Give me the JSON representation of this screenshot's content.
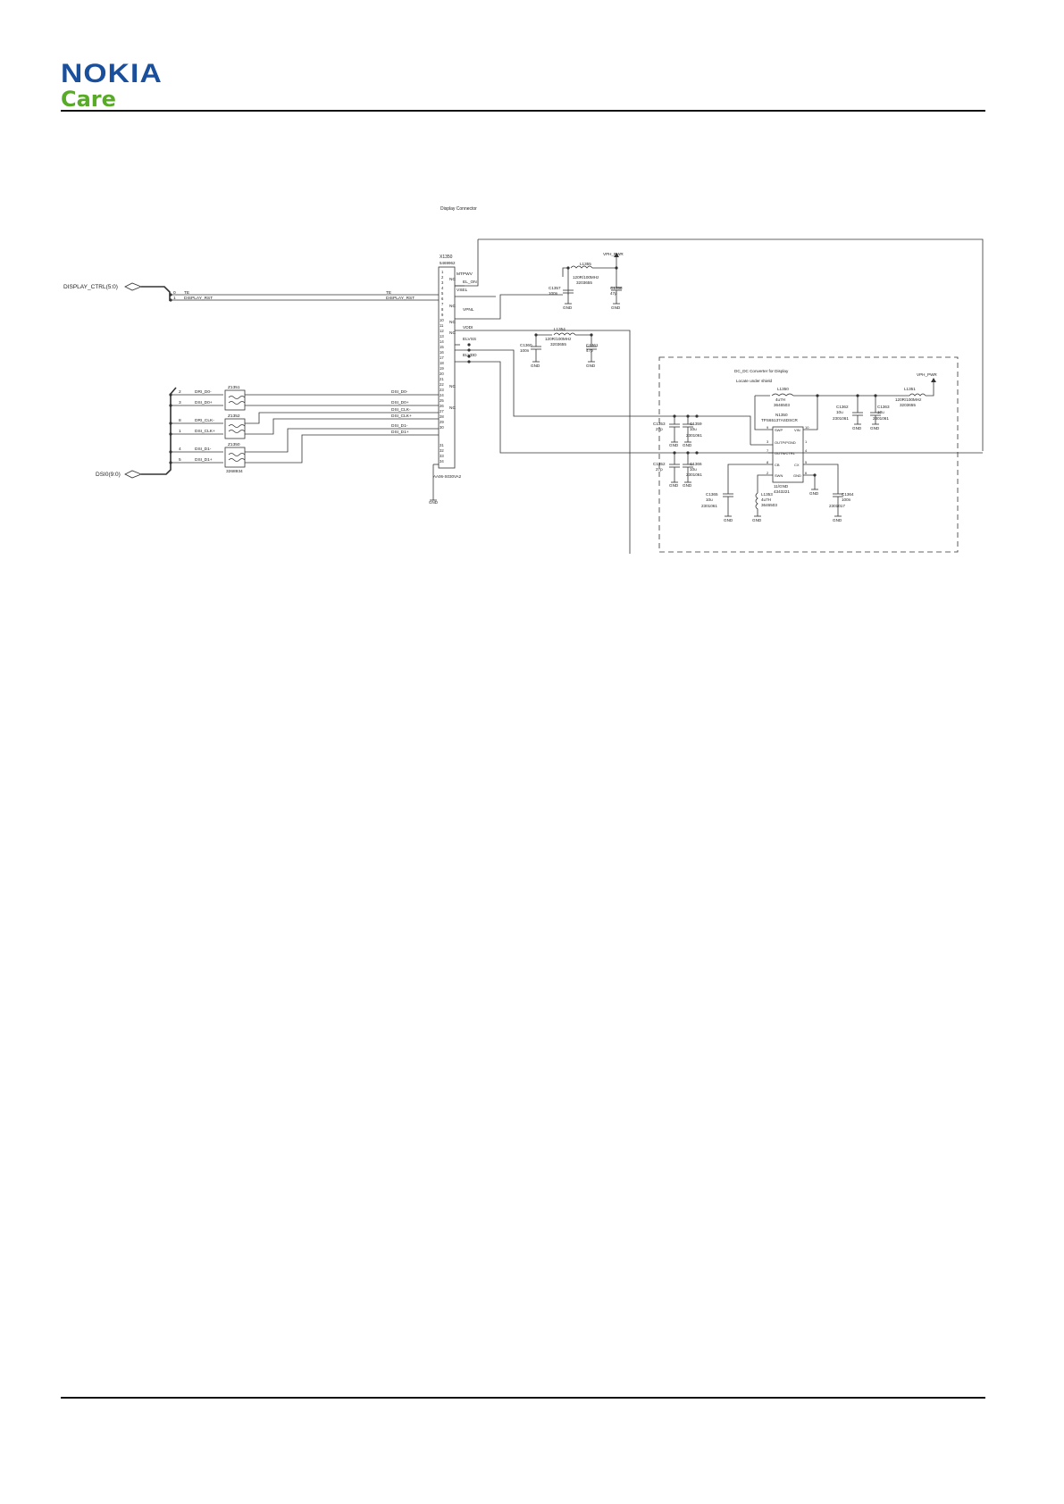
{
  "brand": {
    "name": "NOKIA",
    "sub": "Care",
    "name_color": "#1a4f9c",
    "sub_color": "#5aaa2a"
  },
  "schematic": {
    "title": "Display Connector",
    "buses": {
      "ctrl": "DISPLAY_CTRL(5:0)",
      "dsi": "DSI0(9:0)"
    },
    "connector": {
      "ref": "X1350",
      "pn": "5469962",
      "part": "AA06-S030VA2",
      "pins": [
        "1",
        "2",
        "3",
        "4",
        "5",
        "6",
        "7",
        "8",
        "9",
        "10",
        "11",
        "12",
        "13",
        "14",
        "15",
        "16",
        "17",
        "18",
        "19",
        "20",
        "21",
        "22",
        "23",
        "24",
        "25",
        "26",
        "27",
        "28",
        "29",
        "30",
        "31",
        "32",
        "33",
        "34"
      ],
      "labels": {
        "mtpwr": "MTPWV",
        "nc": "NC",
        "vsel": "VSEL",
        "vpnl": "VPNL",
        "vddi": "VDDI",
        "elvss": "ELVSS",
        "elvdd": "ELVDD"
      }
    },
    "ctrl_signals": {
      "bus_idx": [
        "0",
        "1"
      ],
      "left": [
        "TE",
        "DISPLAY_RST"
      ],
      "right": [
        "TE",
        "DISPLAY_RST"
      ]
    },
    "dsi_bus_idx": [
      "2",
      "3",
      "8",
      "1",
      "4",
      "5"
    ],
    "dsi_left": [
      "DRI_D0-",
      "DSI_D0+",
      "DRI_CLK-",
      "DSI_CLK+",
      "DSI_D1-",
      "DSI_D1+"
    ],
    "dsi_right": [
      "DSI_D0-",
      "DSI_D0+",
      "DSI_CLK-",
      "DSI_CLK+",
      "DSI_D1-",
      "DSI_D1+"
    ],
    "filters": {
      "z1": "Z1351",
      "z2": "Z1352",
      "z3": "Z1350",
      "z3_pn": "3268934"
    },
    "nets": {
      "el_on": "EL_ON",
      "vph": "VPH_PWR",
      "gnd": "GND"
    },
    "top_section": {
      "l1355": "L1355",
      "l1355_val": "120R/100MHz",
      "l1355_pn": "3203655",
      "c1357": "C1357",
      "c1357_val": "100n",
      "c1358": "C1358",
      "c1358_val": "47p",
      "l1354": "L1354",
      "l1354_val": "120R/100MHz",
      "l1354_pn": "3203655",
      "c1360": "C1360",
      "c1360_val": "100n",
      "c1361": "C1361",
      "c1361_val": "47p"
    },
    "dcdc": {
      "title": "DC_DC Converter for Display",
      "note": "Locate under shield",
      "l1350": "L1350",
      "l1350_val": "4u7H",
      "l1350_pn": "3646503",
      "n1350": "N1350",
      "n1350_part": "TPS65137ASDSCR",
      "n1350_pn": "4343221",
      "pins_left": [
        "SWP",
        "OUTP/PGND",
        "OUTN/CTRL",
        "CB",
        "SWN"
      ],
      "pins_right": [
        "VIN",
        "",
        "",
        "CX",
        "GND"
      ],
      "pinnum_left": [
        "9",
        "3",
        "7",
        "8",
        "2"
      ],
      "pinnum_right": [
        "10",
        "1",
        "4",
        "5",
        "6"
      ],
      "thermal": "11/GND",
      "l1351": "L1351",
      "l1351_val": "120R/100MHz",
      "l1351_pn": "3203655",
      "c1362": "C1362",
      "c1362_val": "10u",
      "c1362_pn": "2301061",
      "c1363": "C1363",
      "c1363_val": "10u",
      "c1363_pn": "2301061",
      "c1353": "C1353",
      "c1353_val": "27p",
      "c1359": "C1359",
      "c1359_val": "10u",
      "c1359_pn": "2301061",
      "c1352": "C1352",
      "c1352_val": "27p",
      "c1366": "C1366",
      "c1366_val": "10u",
      "c1366_pn": "2301061",
      "c1365": "C1365",
      "c1365_val": "10u",
      "c1365_pn": "2301061",
      "l1353": "L1353",
      "l1353_val": "4u7H",
      "l1353_pn": "3646503",
      "c1364": "C1364",
      "c1364_val": "100n",
      "c1364_pn": "2301017"
    }
  }
}
